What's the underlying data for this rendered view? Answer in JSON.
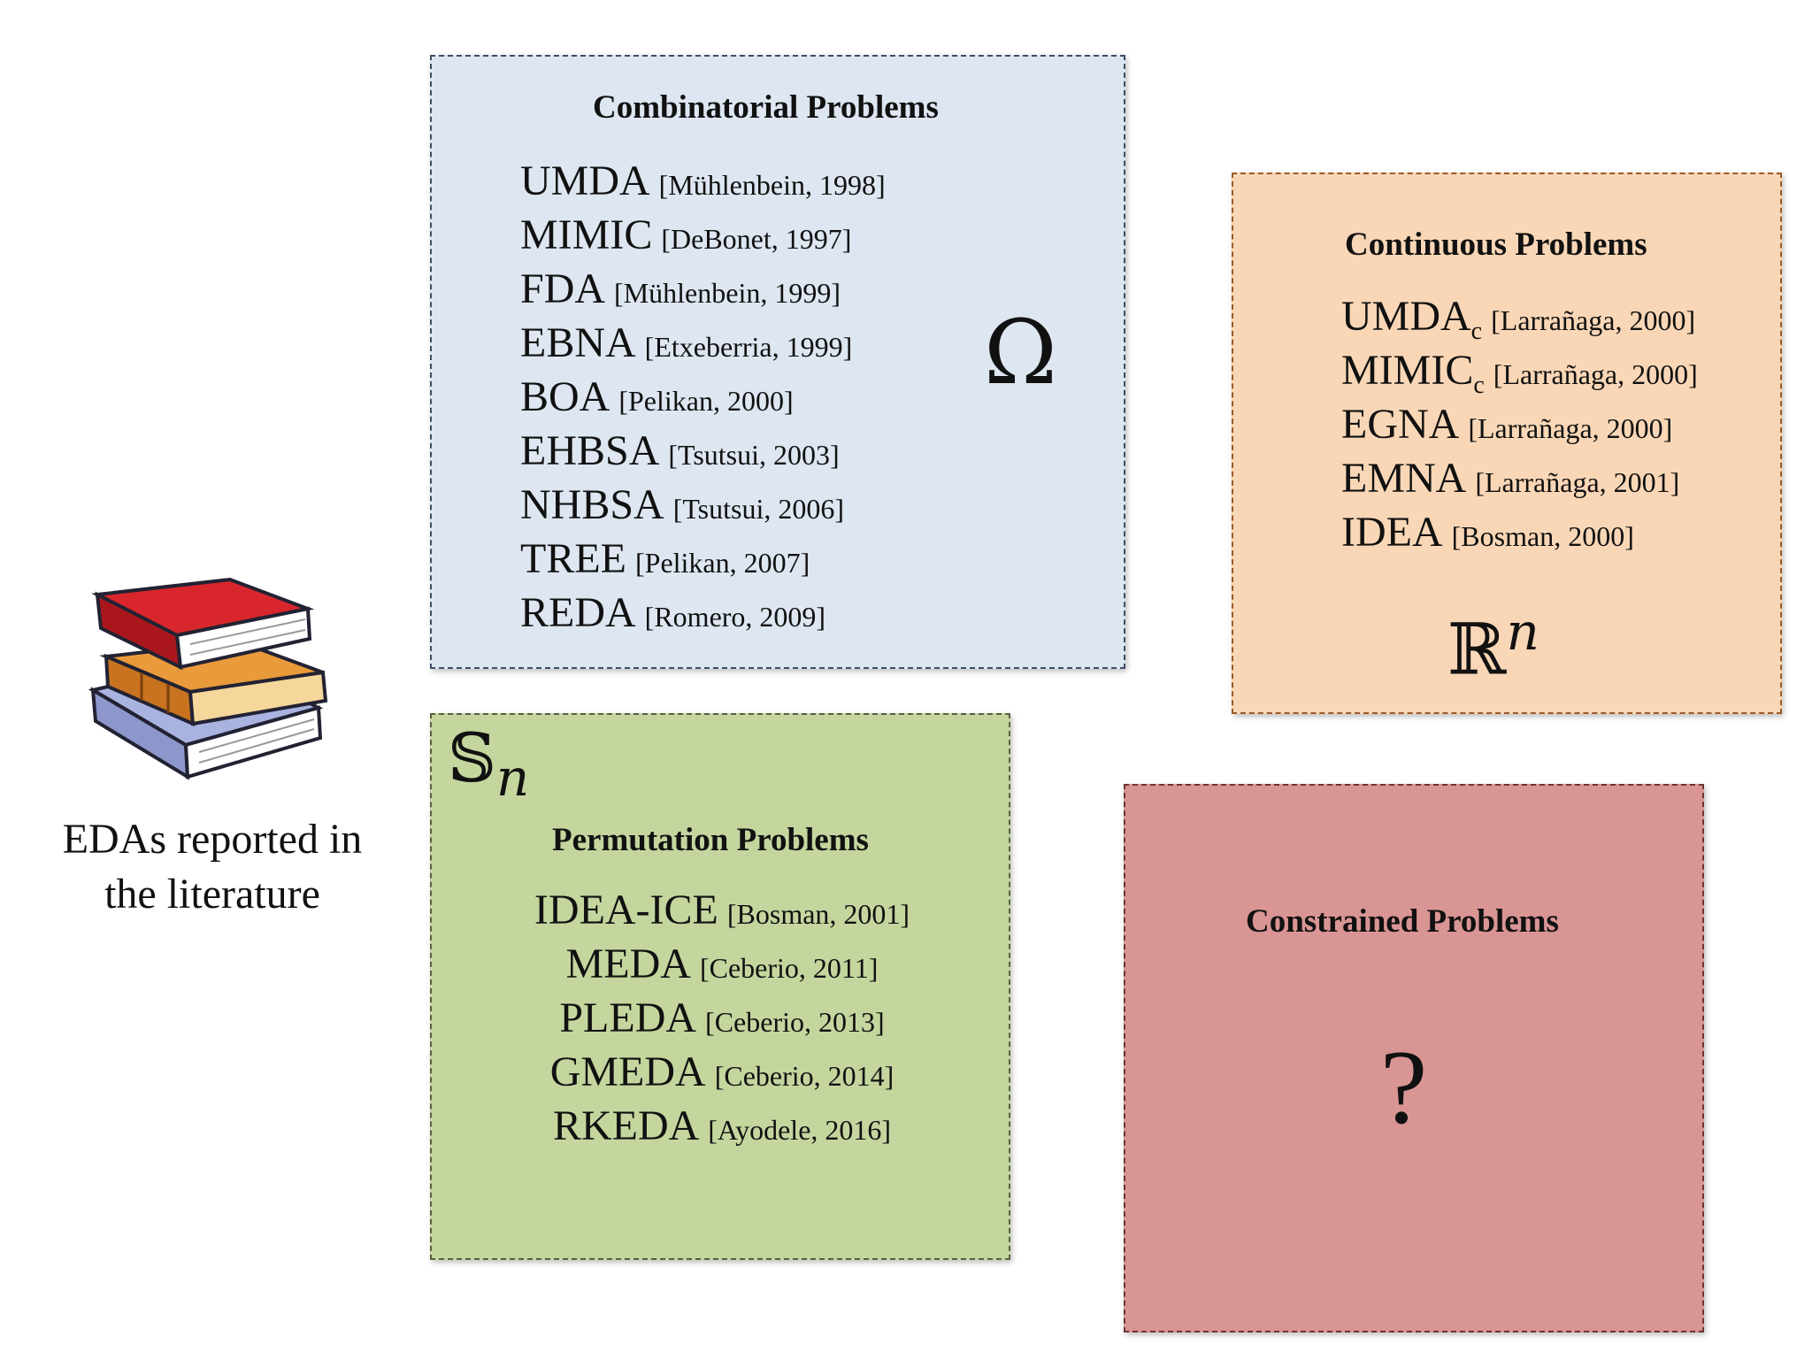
{
  "caption": "EDAs reported in the literature",
  "combinatorial": {
    "title": "Combinatorial Problems",
    "symbol": "Ω",
    "items": [
      {
        "name": "UMDA",
        "cite": "[Mühlenbein, 1998]"
      },
      {
        "name": "MIMIC",
        "cite": "[DeBonet, 1997]"
      },
      {
        "name": "FDA",
        "cite": "[Mühlenbein, 1999]"
      },
      {
        "name": "EBNA",
        "cite": "[Etxeberria, 1999]"
      },
      {
        "name": "BOA",
        "cite": "[Pelikan, 2000]"
      },
      {
        "name": "EHBSA",
        "cite": "[Tsutsui, 2003]"
      },
      {
        "name": "NHBSA",
        "cite": "[Tsutsui, 2006]"
      },
      {
        "name": "TREE",
        "cite": "[Pelikan, 2007]"
      },
      {
        "name": "REDA",
        "cite": "[Romero, 2009]"
      }
    ]
  },
  "continuous": {
    "title": "Continuous Problems",
    "symbol_base": "ℝ",
    "symbol_exp": "n",
    "items": [
      {
        "name": "UMDA",
        "sub": "c",
        "cite": "[Larrañaga, 2000]"
      },
      {
        "name": "MIMIC",
        "sub": "c",
        "cite": "[Larrañaga, 2000]"
      },
      {
        "name": "EGNA",
        "cite": "[Larrañaga, 2000]"
      },
      {
        "name": "EMNA",
        "cite": "[Larrañaga, 2001]"
      },
      {
        "name": "IDEA",
        "cite": "[Bosman, 2000]"
      }
    ]
  },
  "permutation": {
    "title": "Permutation Problems",
    "symbol_base": "𝕊",
    "symbol_sub": "n",
    "items": [
      {
        "name": "IDEA-ICE",
        "cite": "[Bosman, 2001]"
      },
      {
        "name": "MEDA",
        "cite": "[Ceberio, 2011]"
      },
      {
        "name": "PLEDA",
        "cite": "[Ceberio, 2013]"
      },
      {
        "name": "GMEDA",
        "cite": "[Ceberio, 2014]"
      },
      {
        "name": "RKEDA",
        "cite": "[Ayodele, 2016]"
      }
    ]
  },
  "constrained": {
    "title": "Constrained Problems",
    "symbol": "?"
  },
  "colors": {
    "combinatorial_bg": "#dde6f1",
    "continuous_bg": "#f9d7b6",
    "permutation_bg": "#c4d69e",
    "constrained_bg": "#d99594"
  }
}
